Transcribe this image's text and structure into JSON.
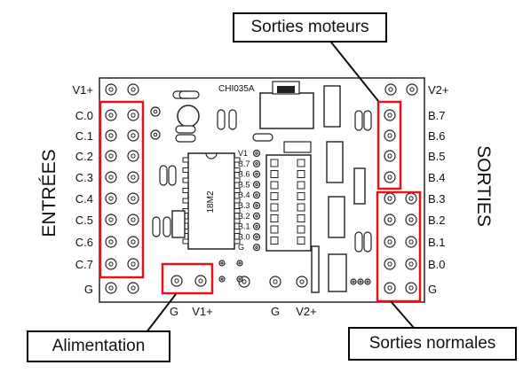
{
  "board": {
    "chip_id": "CHI035A",
    "ic_label": "18M2",
    "top_left_label": "V1+",
    "top_right_label": "V2+",
    "bottom_left_label": "G",
    "bottom_right_label": "G",
    "left_labels": [
      "C.0",
      "C.1",
      "C.2",
      "C.3",
      "C.4",
      "C.5",
      "C.6",
      "C.7"
    ],
    "right_labels": [
      "B.7",
      "B.6",
      "B.5",
      "B.4",
      "B.3",
      "B.2",
      "B.1",
      "B.0"
    ],
    "center_labels": [
      "V1",
      "B.7",
      "B.6",
      "B.5",
      "B.4",
      "B.3",
      "B.2",
      "B.1",
      "B.0",
      "G"
    ],
    "bottom_labels": [
      "G",
      "V1+",
      "G",
      "V2+"
    ]
  },
  "side_labels": {
    "left": "ENTRÉES",
    "right": "SORTIES"
  },
  "callouts": {
    "motor": "Sorties moteurs",
    "power": "Alimentation",
    "normal": "Sorties normales"
  },
  "colors": {
    "highlight": "#e0141e",
    "ink": "#111111"
  }
}
